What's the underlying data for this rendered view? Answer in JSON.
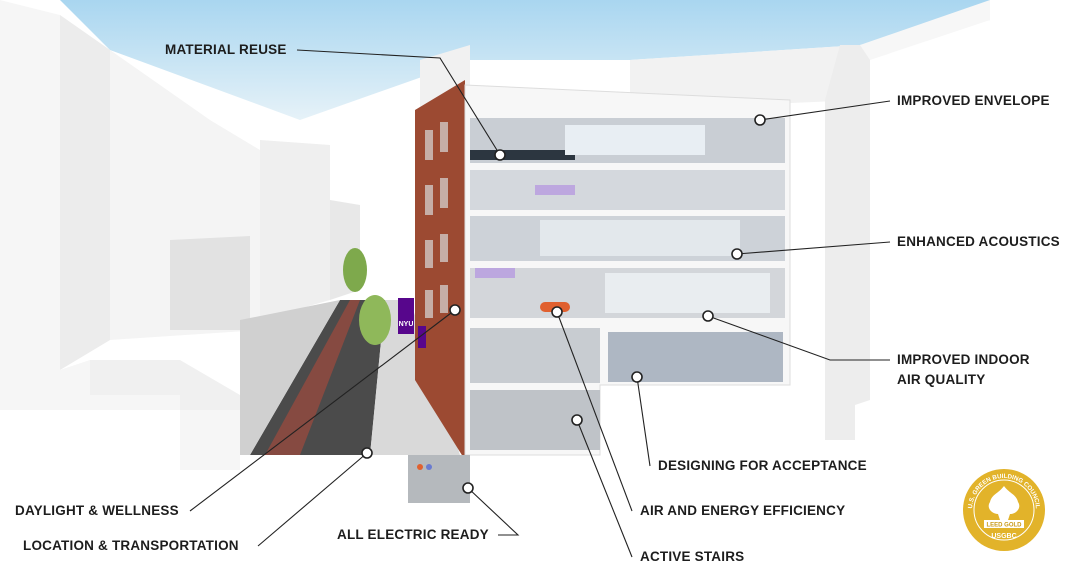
{
  "title": "Building sustainability features cutaway",
  "callouts": [
    {
      "id": "material-reuse",
      "text": "MATERIAL REUSE"
    },
    {
      "id": "improved-envelope",
      "text": "IMPROVED ENVELOPE"
    },
    {
      "id": "enhanced-acoustics",
      "text": "ENHANCED ACOUSTICS"
    },
    {
      "id": "indoor-air",
      "line1": "IMPROVED INDOOR",
      "line2": "AIR QUALITY"
    },
    {
      "id": "designing-acceptance",
      "text": "DESIGNING FOR ACCEPTANCE"
    },
    {
      "id": "air-energy",
      "text": "AIR AND ENERGY EFFICIENCY"
    },
    {
      "id": "active-stairs",
      "text": "ACTIVE STAIRS"
    },
    {
      "id": "all-electric",
      "text": "ALL ELECTRIC READY"
    },
    {
      "id": "daylight",
      "text": "DAYLIGHT & WELLNESS"
    },
    {
      "id": "location",
      "text": "LOCATION & TRANSPORTATION"
    }
  ],
  "building_sign": "NYU",
  "badge": {
    "ring_text": "U.S. GREEN BUILDING COUNCIL",
    "level": "LEED GOLD",
    "org": "USGBC",
    "color": "#e2b32a"
  },
  "colors": {
    "sky": "#bfe0f2",
    "line": "#222222",
    "brick": "#9c4a32"
  }
}
